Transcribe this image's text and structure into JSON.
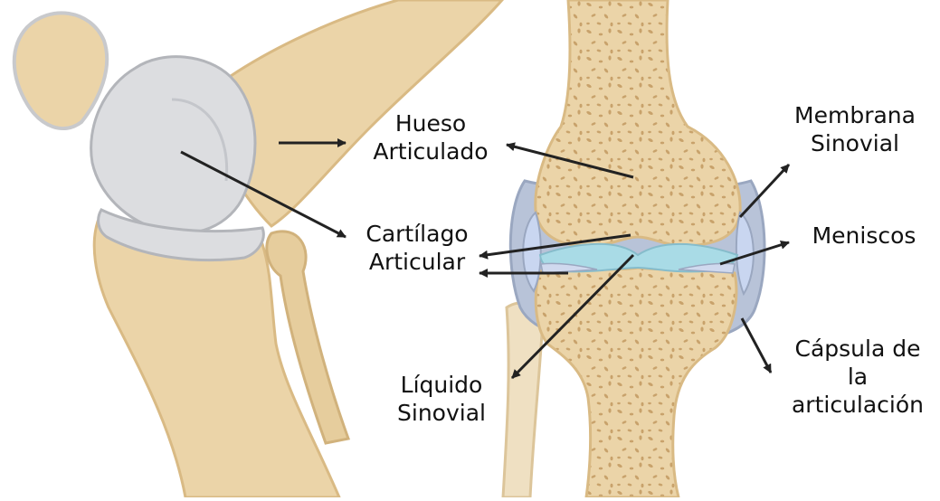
{
  "labels": {
    "hueso_articulado": [
      "Hueso",
      "Articulado"
    ],
    "cartilago_articular": [
      "Cartílago",
      "Articular"
    ],
    "liquido_sinovial": [
      "Líquido",
      "Sinovial"
    ],
    "membrana_sinovial": [
      "Membrana",
      "Sinovial"
    ],
    "meniscos": [
      "Meniscos"
    ],
    "capsula": [
      "Cápsula de",
      "la",
      "articulación"
    ]
  },
  "colors": {
    "bone": "#ebd4a8",
    "bone_dark": "#d9ba84",
    "bone_spot": "#c8a26b",
    "cartilage": "#dcdde0",
    "cartilage_edge": "#b3b5ba",
    "capsule": "#b8c3d8",
    "membrane": "#c9d6f0",
    "synovial_fluid": "#a9dbe6",
    "arrow": "#222222",
    "text": "#111111"
  },
  "icons": {
    "arrow_head": "triangle-arrowhead"
  }
}
